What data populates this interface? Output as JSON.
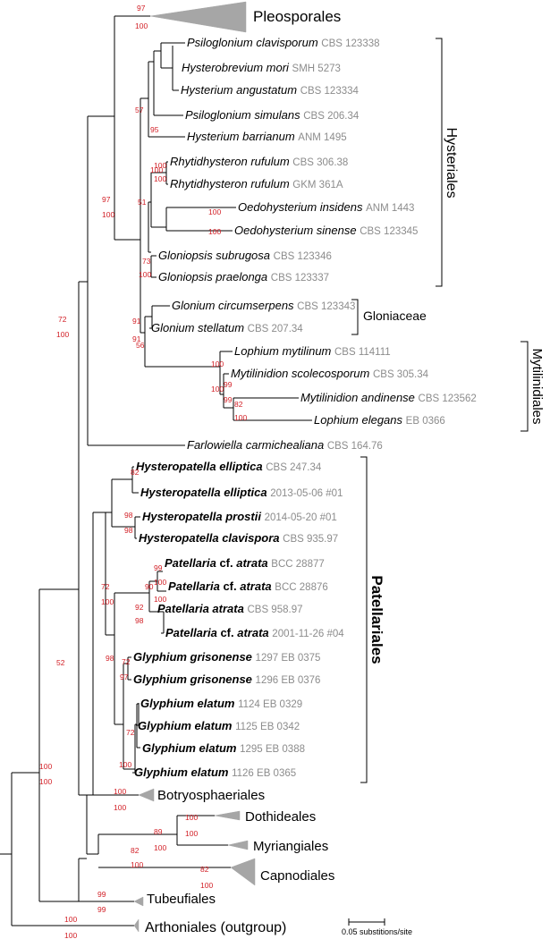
{
  "colors": {
    "support": "#d21f26",
    "code": "#8c8c8c",
    "wedge": "#a6a6a6",
    "branch": "#000000"
  },
  "taxa": [
    {
      "name": "Psiloglonium clavisporum",
      "code": "CBS 123338"
    },
    {
      "name": "Hysterobrevium mori",
      "code": "SMH 5273"
    },
    {
      "name": "Hysterium angustatum",
      "code": "CBS 123334"
    },
    {
      "name": "Psiloglonium simulans",
      "code": "CBS 206.34"
    },
    {
      "name": "Hysterium barrianum",
      "code": "ANM 1495"
    },
    {
      "name": "Rhytidhysteron rufulum",
      "code": "CBS 306.38"
    },
    {
      "name": "Rhytidhysteron rufulum",
      "code": "GKM 361A"
    },
    {
      "name": "Oedohysterium insidens",
      "code": "ANM 1443"
    },
    {
      "name": "Oedohysterium sinense",
      "code": "CBS 123345"
    },
    {
      "name": "Gloniopsis subrugosa",
      "code": "CBS 123346"
    },
    {
      "name": "Gloniopsis praelonga",
      "code": "CBS 123337"
    },
    {
      "name": "Glonium circumserpens",
      "code": "CBS 123343"
    },
    {
      "name": "Glonium stellatum",
      "code": "CBS 207.34"
    },
    {
      "name": "Lophium mytilinum",
      "code": "CBS 114111"
    },
    {
      "name": "Mytilinidion scolecosporum",
      "code": "CBS 305.34"
    },
    {
      "name": "Mytilinidion andinense",
      "code": "CBS 123562"
    },
    {
      "name": "Lophium elegans",
      "code": "EB 0366"
    },
    {
      "name": "Farlowiella carmichealiana",
      "code": "CBS 164.76"
    },
    {
      "name": "Hysteropatella elliptica",
      "code": "CBS 247.34"
    },
    {
      "name": "Hysteropatella elliptica",
      "code": "2013-05-06 #01"
    },
    {
      "name": "Hysteropatella prostii",
      "code": "2014-05-20 #01"
    },
    {
      "name": "Hysteropatella clavispora",
      "code": "CBS 935.97"
    },
    {
      "name": "Patellaria",
      "cf": "cf.",
      "name2": "atrata",
      "code": "BCC 28877"
    },
    {
      "name": "Patellaria",
      "cf": "cf.",
      "name2": "atrata",
      "code": "BCC 28876"
    },
    {
      "name": "Patellaria atrata",
      "code": "CBS 958.97"
    },
    {
      "name": "Patellaria",
      "cf": "cf.",
      "name2": "atrata",
      "code": "2001-11-26 #04"
    },
    {
      "name": "Glyphium grisonense",
      "code": "1297 EB 0375"
    },
    {
      "name": "Glyphium grisonense",
      "code": "1296 EB 0376"
    },
    {
      "name": "Glyphium elatum",
      "code": "1124 EB 0329"
    },
    {
      "name": "Glyphium elatum",
      "code": "1125 EB 0342"
    },
    {
      "name": "Glyphium elatum",
      "code": "1295 EB 0388"
    },
    {
      "name": "Glyphium elatum",
      "code": "1126 EB 0365"
    }
  ],
  "collapsed": [
    "Pleosporales",
    "Botryosphaeriales",
    "Dothideales",
    "Myriangiales",
    "Capnodiales",
    "Tubeufiales",
    "Arthoniales (outgroup)"
  ],
  "brackets": [
    "Hysteriales",
    "Gloniaceae",
    "Mytilinidiales",
    "Patellariales"
  ],
  "supports": [
    "97",
    "100",
    "57",
    "95",
    "100",
    "100",
    "100",
    "51",
    "100",
    "100",
    "73",
    "100",
    "97",
    "100",
    "72",
    "100",
    "91",
    "91",
    "56",
    "100",
    "99",
    "99",
    "82",
    "100",
    "100",
    "82",
    "98",
    "98",
    "72",
    "100",
    "99",
    "100",
    "90",
    "100",
    "92",
    "98",
    "98",
    "72",
    "97",
    "98",
    "72",
    "100",
    "52",
    "100",
    "100",
    "100",
    "100",
    "89",
    "100",
    "100",
    "100",
    "82",
    "100",
    "82",
    "100",
    "99",
    "99",
    "100",
    "100"
  ],
  "scale_bar": {
    "label": "0.05 substitions/site"
  }
}
